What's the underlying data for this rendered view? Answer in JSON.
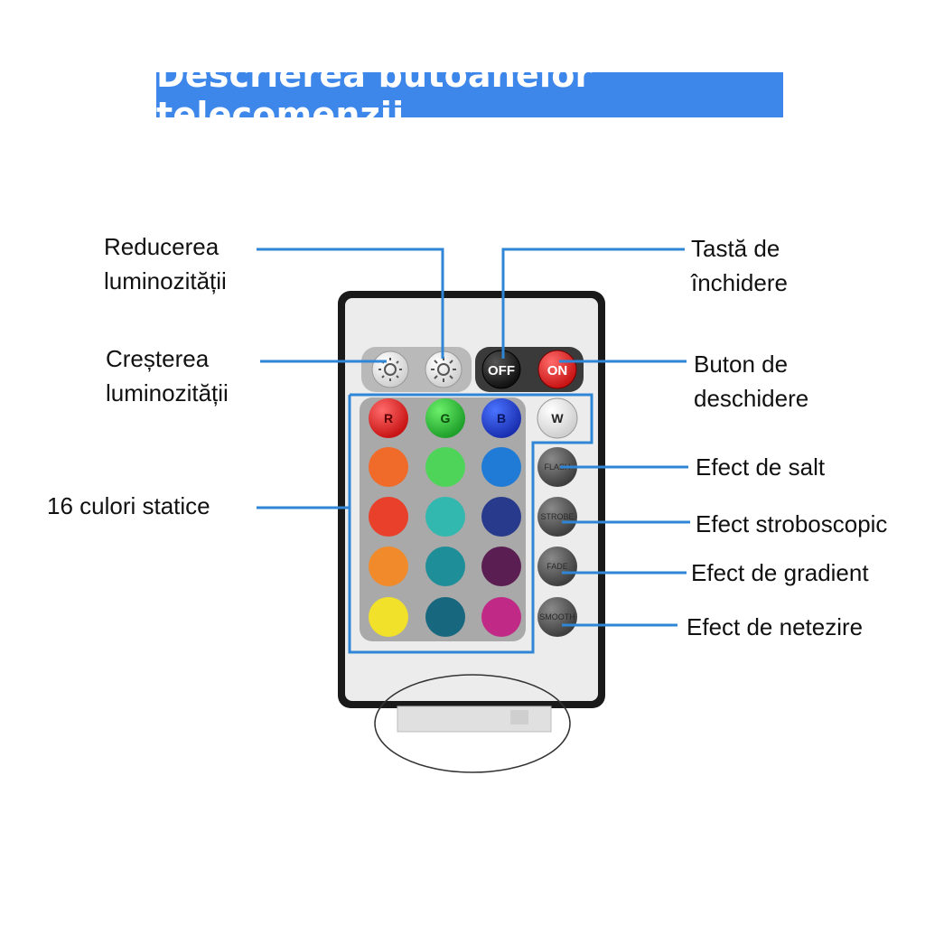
{
  "title": "Descrierea butoanelor telecomenzii",
  "labels": {
    "brightness_down": [
      "Reducerea",
      "luminozității"
    ],
    "brightness_up": [
      "Creșterea",
      "luminozității"
    ],
    "static_colors": "16 culori statice",
    "off_key": [
      "Tastă de",
      "închidere"
    ],
    "on_button": [
      "Buton de",
      "deschidere"
    ],
    "jump_effect": "Efect de salt",
    "strobe_effect": "Efect stroboscopic",
    "gradient_effect": "Efect de gradient",
    "smooth_effect": "Efect de netezire"
  },
  "remote": {
    "off": "OFF",
    "on": "ON",
    "r": "R",
    "g": "G",
    "b": "B",
    "w": "W",
    "flash": "FLASH",
    "strobe": "STROBE",
    "fade": "FADE",
    "smooth": "SMOOTH"
  },
  "colors": {
    "accent": "#3d86ea",
    "leader_line": "#2f86d6"
  }
}
